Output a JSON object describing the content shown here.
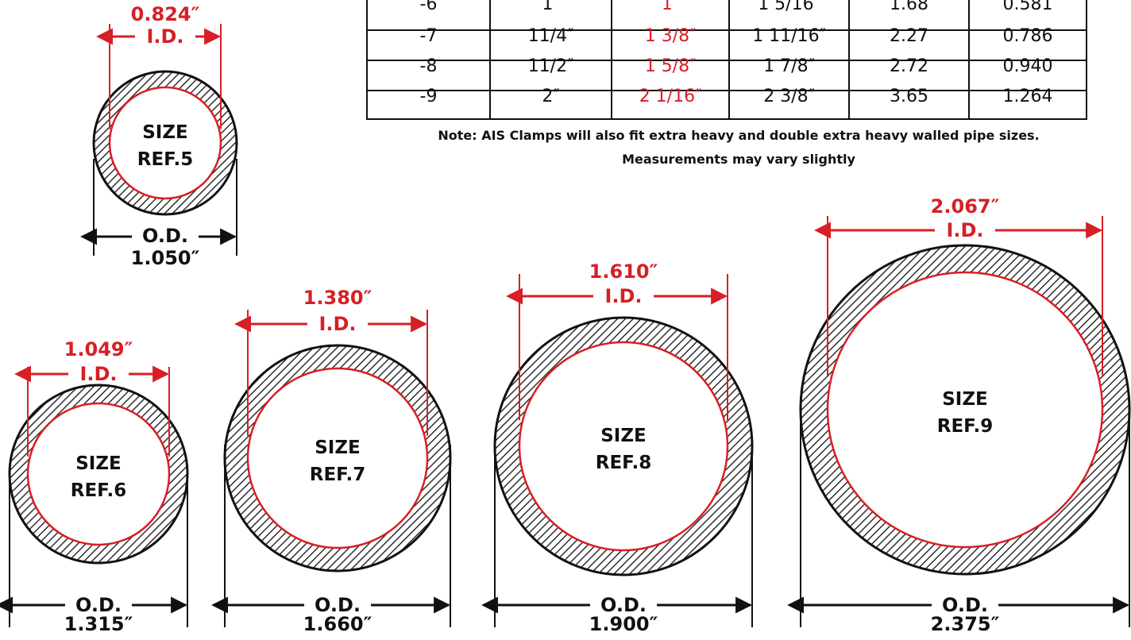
{
  "colors": {
    "red": "#d71f26",
    "black": "#111111",
    "hatch": "#111111"
  },
  "table": {
    "rows": [
      {
        "dash": "-6",
        "nominal": "1″",
        "id": "1″",
        "od": "1 5/16″",
        "weight": "1.68",
        "wall": "0.581"
      },
      {
        "dash": "-7",
        "nominal": "11/4″",
        "id": "1 3/8″",
        "od": "1 11/16″",
        "weight": "2.27",
        "wall": "0.786"
      },
      {
        "dash": "-8",
        "nominal": "11/2″",
        "id": "1 5/8″",
        "od": "1 7/8″",
        "weight": "2.72",
        "wall": "0.940"
      },
      {
        "dash": "-9",
        "nominal": "2″",
        "id": "2 1/16″",
        "od": "2 3/8″",
        "weight": "3.65",
        "wall": "1.264"
      }
    ]
  },
  "note": {
    "line1": "Note: AIS Clamps will also fit extra heavy and double extra heavy walled pipe sizes.",
    "line2": "Measurements may vary slightly"
  },
  "pipes": [
    {
      "size_label": "SIZE",
      "ref_label": "REF.5",
      "id_label": "I.D.",
      "id_value": "0.824″",
      "od_label": "O.D.",
      "od_value": "1.050″"
    },
    {
      "size_label": "SIZE",
      "ref_label": "REF.6",
      "id_label": "I.D.",
      "id_value": "1.049″",
      "od_label": "O.D.",
      "od_value": "1.315″"
    },
    {
      "size_label": "SIZE",
      "ref_label": "REF.7",
      "id_label": "I.D.",
      "id_value": "1.380″",
      "od_label": "O.D.",
      "od_value": "1.660″"
    },
    {
      "size_label": "SIZE",
      "ref_label": "REF.8",
      "id_label": "I.D.",
      "id_value": "1.610″",
      "od_label": "O.D.",
      "od_value": "1.900″"
    },
    {
      "size_label": "SIZE",
      "ref_label": "REF.9",
      "id_label": "I.D.",
      "id_value": "2.067″",
      "od_label": "O.D.",
      "od_value": "2.375″"
    }
  ]
}
